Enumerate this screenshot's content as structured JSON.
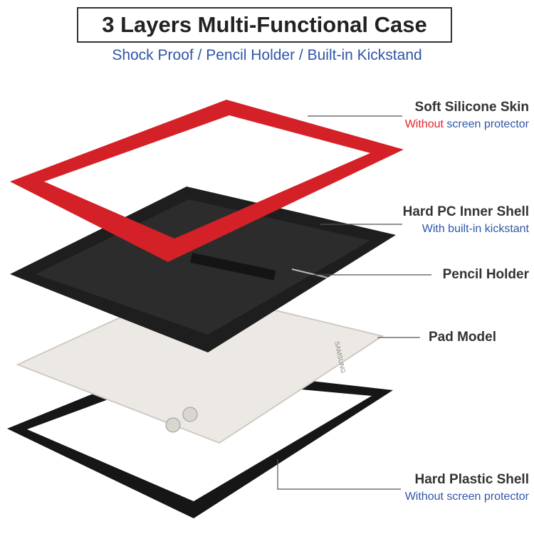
{
  "header": {
    "title": "3 Layers Multi-Functional Case",
    "subtitle": "Shock Proof / Pencil Holder / Built-in Kickstand"
  },
  "labels": [
    {
      "heading": "Soft Silicone Skin",
      "sub_highlight": "Without",
      "sub_rest": " screen protector"
    },
    {
      "heading": "Hard PC Inner Shell",
      "sub": "With built-in kickstant"
    },
    {
      "heading": "Pencil Holder"
    },
    {
      "heading": "Pad Model"
    },
    {
      "heading": "Hard Plastic Shell",
      "sub": "Without screen protector"
    }
  ],
  "device_brand": "SAMSUNG",
  "colors": {
    "silicone": "#d42127",
    "shell": "#1e1e1e",
    "pad": "#ece9e4",
    "accent_blue": "#2f56a8",
    "accent_red": "#e2262c"
  }
}
